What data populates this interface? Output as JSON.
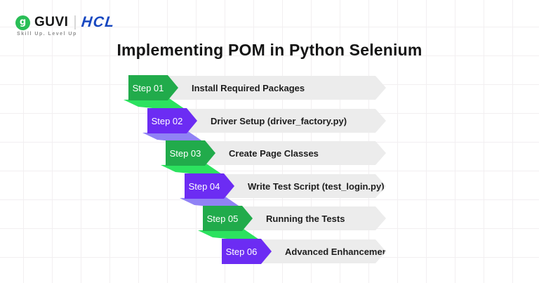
{
  "brand": {
    "guvi": "GUVI",
    "hcl": "HCL",
    "tagline": "Skill Up. Level Up",
    "logo_glyph": "g"
  },
  "title": "Implementing POM in Python Selenium",
  "colors": {
    "guvi_green": "#29be56",
    "hcl_blue": "#1747c0",
    "step_green": "#21ab4b",
    "step_green_fold": "#2ce25f",
    "step_purple": "#6c2cf3",
    "step_purple_fold": "#9082f5",
    "bar_gray": "#ececec",
    "grid_line": "#f2eff1"
  },
  "steps": [
    {
      "label": "Step 01",
      "title": "Install Required Packages",
      "color": "green"
    },
    {
      "label": "Step 02",
      "title": "Driver Setup (driver_factory.py)",
      "color": "purple"
    },
    {
      "label": "Step 03",
      "title": "Create Page Classes",
      "color": "green"
    },
    {
      "label": "Step 04",
      "title": "Write Test Script (test_login.py)",
      "color": "purple"
    },
    {
      "label": "Step 05",
      "title": "Running the Tests",
      "color": "green"
    },
    {
      "label": "Step 06",
      "title": "Advanced Enhancements",
      "color": "purple"
    }
  ]
}
